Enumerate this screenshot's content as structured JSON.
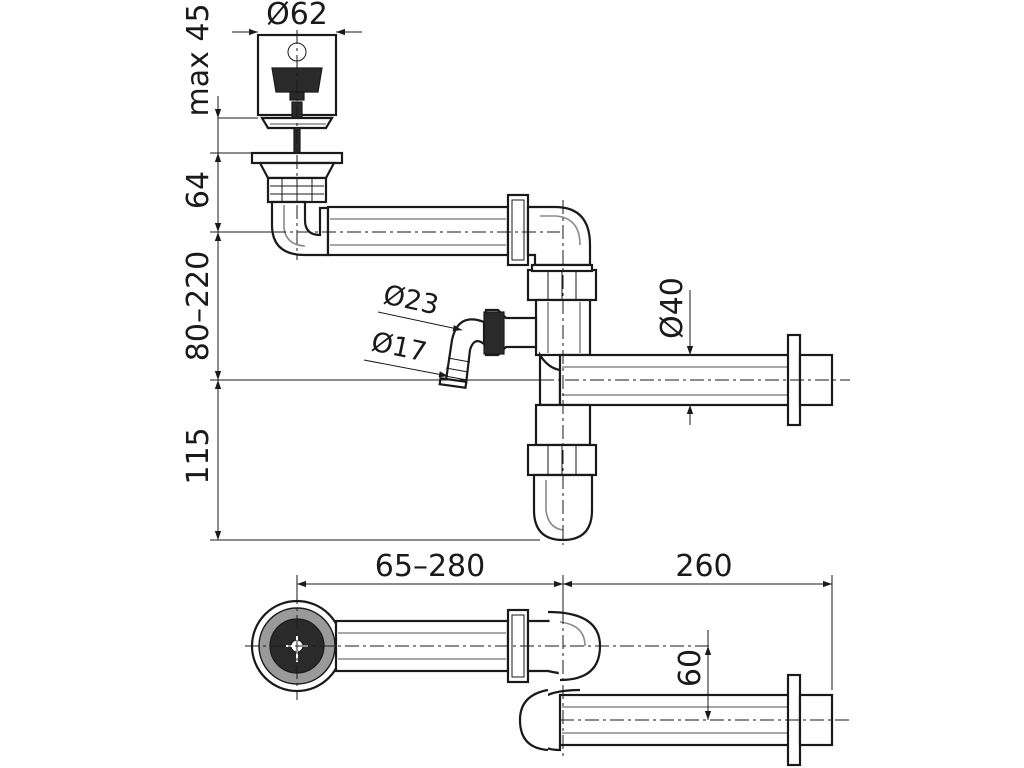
{
  "dimensions": {
    "strainer_diameter": "Ø62",
    "strainer_max_height": "max 45",
    "flange_height": "64",
    "outlet_offset": "80–220",
    "trap_depth": "115",
    "hose_outer_diameter": "Ø23",
    "hose_inner_diameter": "Ø17",
    "outlet_diameter": "Ø40",
    "horizontal_extension": "65–280",
    "outlet_length": "260",
    "lateral_offset": "60"
  },
  "colors": {
    "line": "#1a1a1a",
    "background": "#ffffff",
    "metal_grey": "#9a9a9a"
  }
}
